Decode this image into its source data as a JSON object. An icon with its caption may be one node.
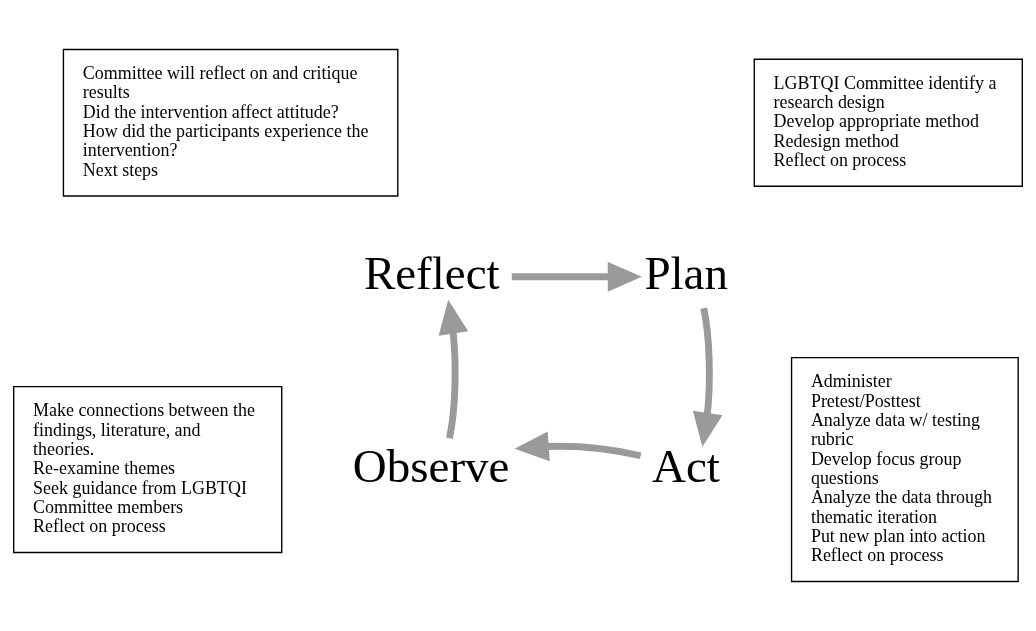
{
  "diagram": {
    "nodes": [
      {
        "text": [
          "Committee will reflect on and critique results",
          "Did the intervention affect attitude?",
          "How did the participants experience the intervention?",
          "Next steps"
        ]
      },
      {
        "text": [
          "LGBTQI Committee identify a research design",
          "Develop appropriate method",
          "Redesign method",
          "Reflect on process"
        ]
      },
      {
        "text": [
          "Reflect"
        ]
      },
      {
        "text": [
          "Plan"
        ]
      },
      {
        "text": [
          "Make connections between the findings, literature, and theories.",
          "Re-examine themes",
          "Seek guidance from LGBTQI Committee members",
          "Reflect on process"
        ]
      },
      {
        "text": [
          "Observe"
        ]
      },
      {
        "text": [
          "Act"
        ]
      },
      {
        "text": [
          "Administer",
          "Pretest/Posttest",
          "Analyze data w/ testing rubric",
          "Develop focus group questions",
          "Analyze the data through thematic iteration",
          "Put new plan into action",
          "Reflect on process"
        ]
      }
    ],
    "edges": [
      {
        "from": 2,
        "to": 3,
        "arrow": "to"
      },
      {
        "from": 3,
        "to": 6,
        "arrow": "to"
      },
      {
        "from": 6,
        "to": 5,
        "arrow": "to"
      },
      {
        "from": 5,
        "to": 2,
        "arrow": "to"
      }
    ]
  }
}
